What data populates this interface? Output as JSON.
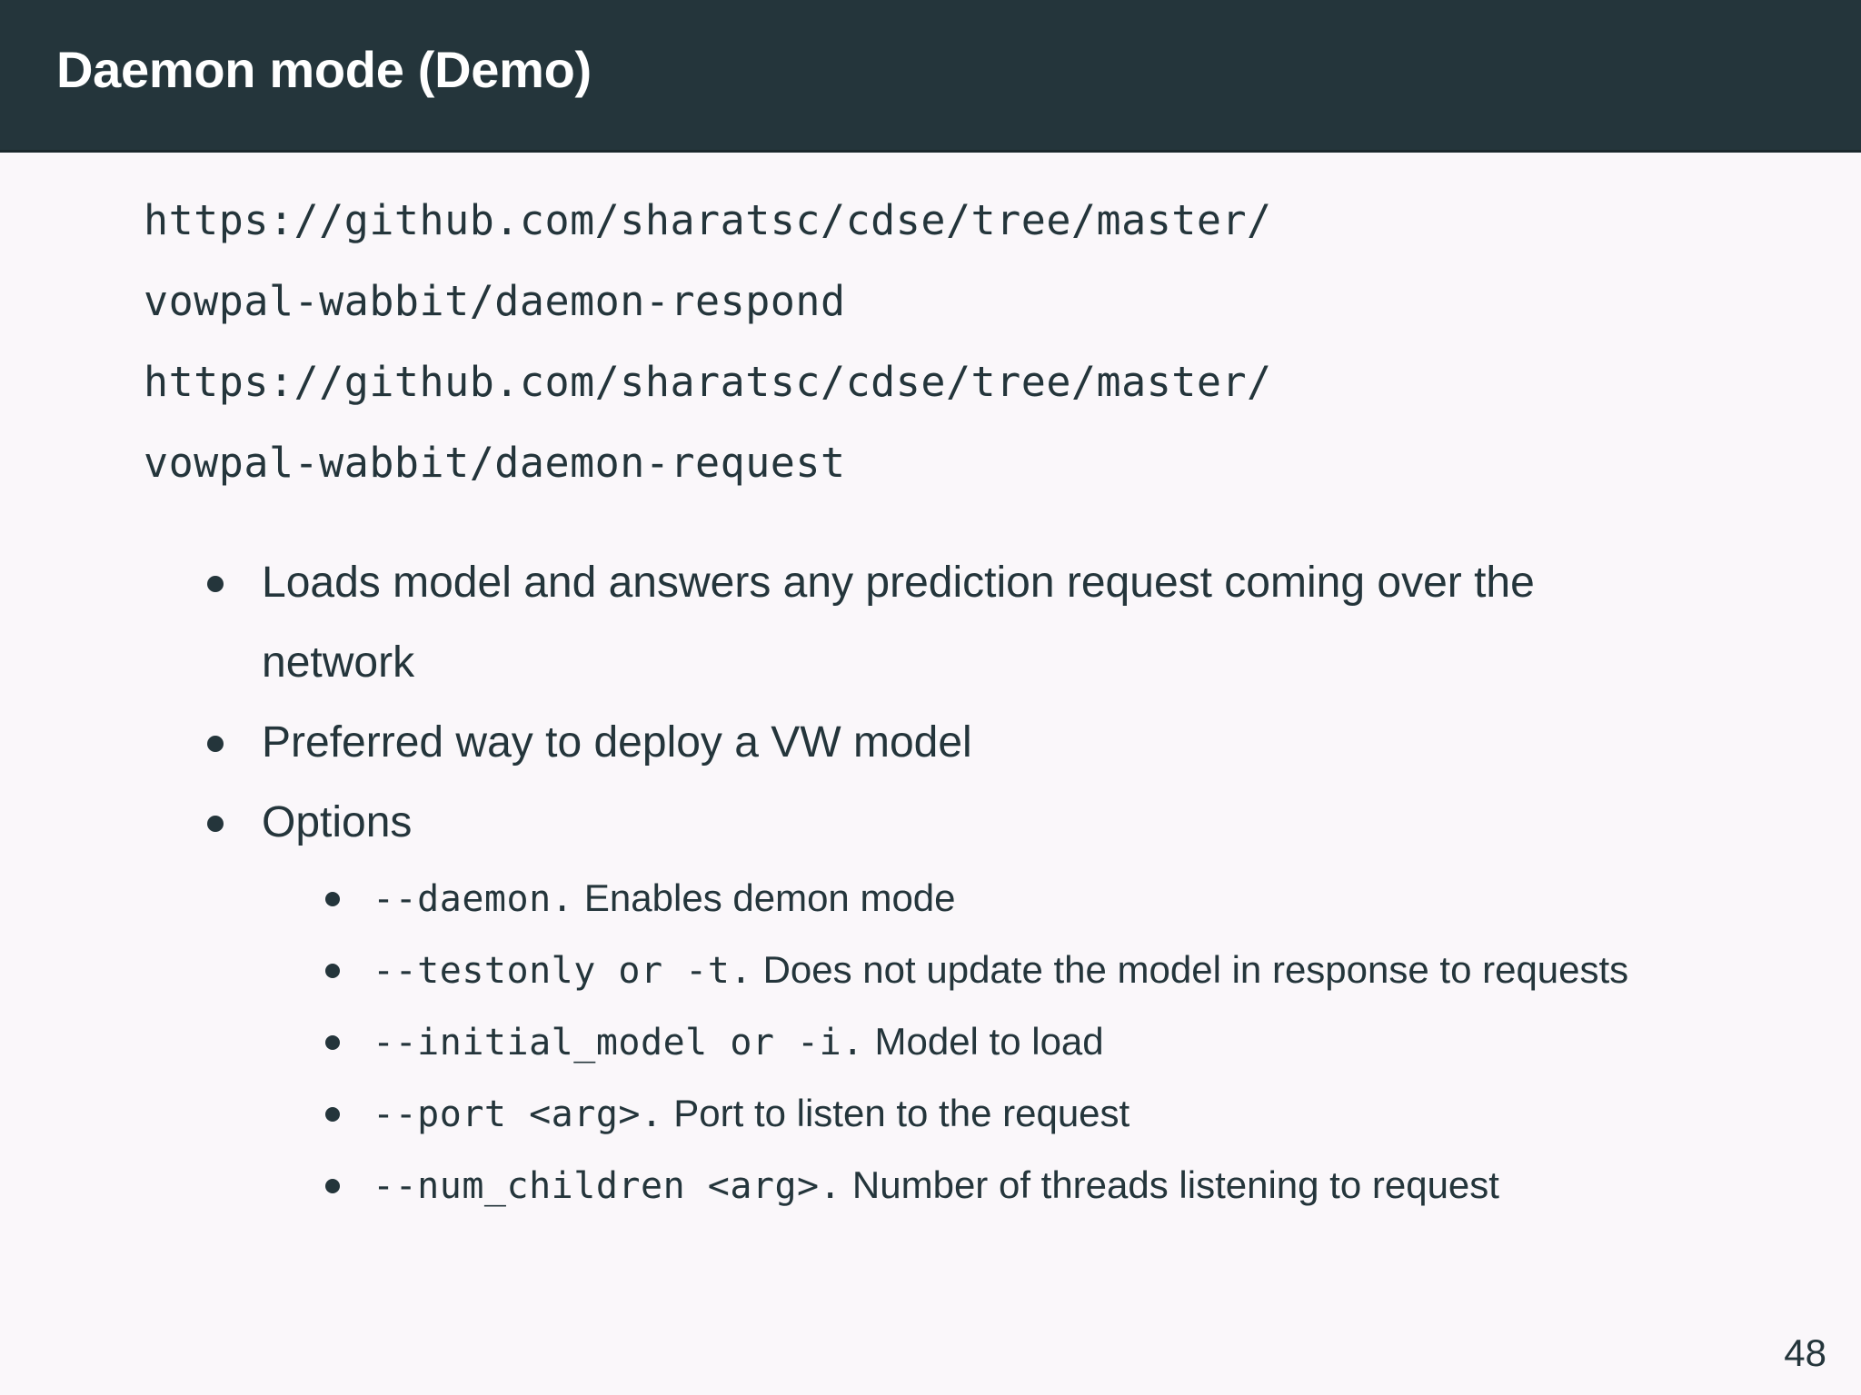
{
  "slide": {
    "title": "Daemon mode (Demo)",
    "page_number": "48",
    "header_color": "#24353b",
    "background_color": "#faf7fa",
    "text_color": "#24353b"
  },
  "urls": [
    "https://github.com/sharatsc/cdse/tree/master/",
    "vowpal-wabbit/daemon-respond",
    "https://github.com/sharatsc/cdse/tree/master/",
    "vowpal-wabbit/daemon-request"
  ],
  "bullets": [
    {
      "text": "Loads model and answers any prediction request coming over the network"
    },
    {
      "text": "Preferred way to deploy a VW model"
    },
    {
      "text": "Options"
    }
  ],
  "options": [
    {
      "flag": "--daemon.",
      "desc": "Enables demon mode"
    },
    {
      "flag": "--testonly or -t.",
      "desc": "Does not update the model in response to requests"
    },
    {
      "flag": "--initial_model or -i.",
      "desc": "Model to load"
    },
    {
      "flag": "--port <arg>.",
      "desc": "Port to listen to the request"
    },
    {
      "flag": "--num_children <arg>.",
      "desc": "Number of threads listening to request"
    }
  ]
}
